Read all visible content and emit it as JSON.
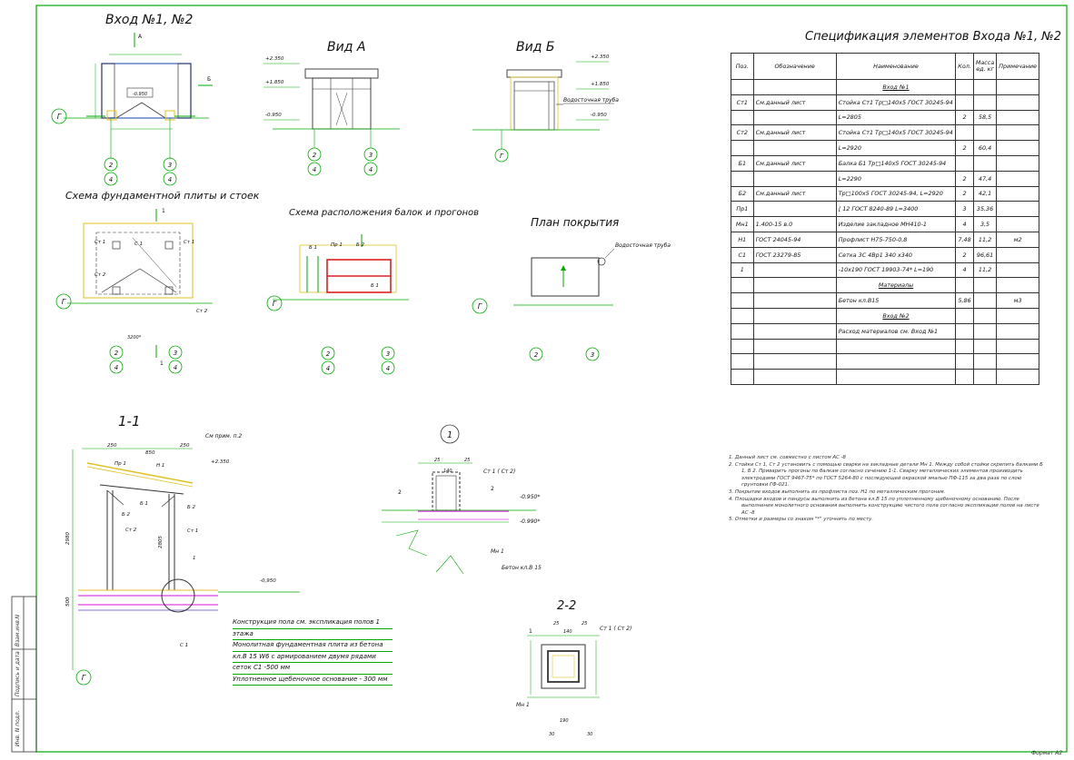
{
  "titles": {
    "entry": "Вход №1, №2",
    "view_a": "Вид А",
    "view_b": "Вид Б",
    "foundation": "Схема фундаментной плиты и стоек",
    "beams": "Схема расположения балок и прогонов",
    "roof": "План покрытия",
    "section_11": "1-1",
    "section_22": "2-2",
    "node_1": "1",
    "spec": "Спецификация элементов Входа №1, №2"
  },
  "labels": {
    "elev_0950": "-0.950",
    "elev_2350": "+2.350",
    "elev_1850": "+1.850",
    "elev_0950neg": "-0,950",
    "elev_0950star": "-0.950*",
    "elev_0990star": "-0.990*",
    "drain": "Водосточная труба",
    "axis_g": "Г",
    "axis_2": "2",
    "axis_3": "3",
    "axis_4": "4",
    "st1": "Ст 1",
    "st2": "Ст 2",
    "c1": "С 1",
    "b1": "Б 1",
    "b2": "Б 2",
    "pr1": "Пр 1",
    "n1": "Н 1",
    "mn1": "Мн 1",
    "concrete": "Бетон кл.В 15",
    "see_note": "См прим. п.2",
    "st1_st2": "Ст 1 ( Ст 2)",
    "dim_250": "250",
    "dim_850": "850",
    "dim_2980": "2980",
    "dim_2805": "2805",
    "dim_500": "500",
    "dim_140": "140",
    "dim_25": "25",
    "dim_190": "190",
    "dim_30": "30",
    "dim_3200": "3200*",
    "letter_a": "А",
    "letter_b": "Б",
    "sec_1": "1",
    "sec_2": "2"
  },
  "spec": {
    "headers": [
      "Поз.",
      "Обозначение",
      "Наименование",
      "Кол.",
      "Масса ед. кг",
      "Примечание"
    ],
    "rows": [
      {
        "type": "section",
        "name": "Вход №1"
      },
      {
        "pos": "Ст1",
        "des": "См.данный лист",
        "name": "Стойка Ст1 Тр□140х5 ГОСТ 30245-94",
        "qty": "",
        "mass": "",
        "note": ""
      },
      {
        "pos": "",
        "des": "",
        "name": "L=2805",
        "qty": "2",
        "mass": "58,5",
        "note": ""
      },
      {
        "pos": "Ст2",
        "des": "См.данный лист",
        "name": "Стойка Ст1 Тр□140х5 ГОСТ 30245-94",
        "qty": "",
        "mass": "",
        "note": ""
      },
      {
        "pos": "",
        "des": "",
        "name": "L=2920",
        "qty": "2",
        "mass": "60,4",
        "note": ""
      },
      {
        "pos": "Б1",
        "des": "См.данный лист",
        "name": "Балка Б1 Тр□140х5 ГОСТ 30245-94",
        "qty": "",
        "mass": "",
        "note": ""
      },
      {
        "pos": "",
        "des": "",
        "name": "L=2290",
        "qty": "2",
        "mass": "47,4",
        "note": ""
      },
      {
        "pos": "Б2",
        "des": "См.данный лист",
        "name": "Тр□100х5 ГОСТ 30245-94, L=2920",
        "qty": "2",
        "mass": "42,1",
        "note": ""
      },
      {
        "pos": "Пр1",
        "des": "",
        "name": "[ 12 ГОСТ 8240-89 L=3400",
        "qty": "3",
        "mass": "35,36",
        "note": ""
      },
      {
        "pos": "Мн1",
        "des": "1.400-15 в.0",
        "name": "Изделие закладное МН410-1",
        "qty": "4",
        "mass": "3,5",
        "note": ""
      },
      {
        "pos": "Н1",
        "des": "ГОСТ 24045-94",
        "name": "Профлист Н75-750-0,8",
        "qty": "7,48",
        "mass": "11,2",
        "note": "м2"
      },
      {
        "pos": "С1",
        "des": "ГОСТ 23279-85",
        "name": "Сетка 3С 4Вр1 340 х340",
        "qty": "2",
        "mass": "96,61",
        "note": ""
      },
      {
        "pos": "1",
        "des": "",
        "name": "-10х190 ГОСТ 19903-74* L=190",
        "qty": "4",
        "mass": "11,2",
        "note": ""
      },
      {
        "type": "section",
        "name": "Материалы"
      },
      {
        "pos": "",
        "des": "",
        "name": "Бетон кл.В15",
        "qty": "5,86",
        "mass": "",
        "note": "м3"
      },
      {
        "type": "section",
        "name": "Вход №2"
      },
      {
        "pos": "",
        "des": "",
        "name": "Расход материалов см. Вход №1",
        "qty": "",
        "mass": "",
        "note": ""
      },
      {
        "pos": "",
        "des": "",
        "name": "",
        "qty": "",
        "mass": "",
        "note": ""
      },
      {
        "pos": "",
        "des": "",
        "name": "",
        "qty": "",
        "mass": "",
        "note": ""
      },
      {
        "pos": "",
        "des": "",
        "name": "",
        "qty": "",
        "mass": "",
        "note": ""
      }
    ]
  },
  "notes": [
    "1.   Данный лист см. совместно с листом АС -8",
    "2.   Стойки Ст 1, Ст 2 установить с помощью сварки на закладные детали Мн 1. Между собой стойки скрепить балками Б 1, Б 2. Приварить прогоны по балкам согласно сечению 1-1. Сварку металлических элементов производить электродами ГОСТ 9467-75* по ГОСТ 5264-80 с последующей окраской эмалью ПФ-115 за два раза по слою грунтовки ГФ-021.",
    "3.   Покрытие входов выполнить из профлиста поз. Н1 по металлическим прогонам.",
    "4.   Площадки входов и пандусы выполнить из бетона кл.В 15 по уплотненному щебеночному основанию. После выполнения монолитного основания выполнить конструкцию чистого пола согласно экспликации полов на листе АС -8",
    "5.   Отметки и размеры со знаком \"*\" уточнить по месту."
  ],
  "legend": [
    "Конструкция пола см. экспликация полов 1",
    "этажа",
    "Монолитная фундаментная плита из бетона",
    "кл.В 15 W6 с армированием двумя рядами",
    "сеток С1 -500 мм",
    "Уплотненное щебеночное основание  - 300 мм"
  ],
  "sidebar": [
    "Взам.инв.N",
    "Подпись и дата",
    "Инв. N подл."
  ],
  "stamp": "Формат   А2"
}
